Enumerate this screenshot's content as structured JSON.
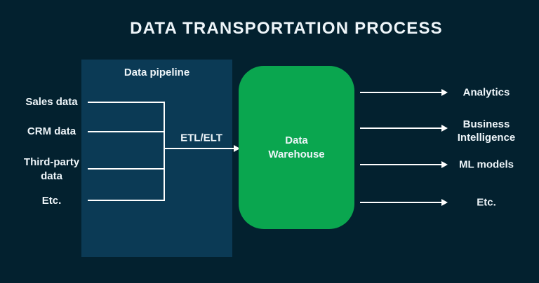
{
  "title": "DATA TRANSPORTATION PROCESS",
  "pipeline": {
    "label": "Data pipeline"
  },
  "sources": [
    {
      "label": "Sales data"
    },
    {
      "label": "CRM data"
    },
    {
      "label": "Third-party data"
    },
    {
      "label": "Etc."
    }
  ],
  "etl": {
    "label": "ETL/ELT"
  },
  "warehouse": {
    "label": "Data Warehouse"
  },
  "outputs": [
    {
      "label": "Analytics"
    },
    {
      "label": "Business Intelligence"
    },
    {
      "label": "ML models"
    },
    {
      "label": "Etc."
    }
  ],
  "colors": {
    "background": "#03212f",
    "pipeline_box": "#0b3a55",
    "warehouse_box": "#0aa64f",
    "text": "#eef5f9",
    "line": "#ffffff"
  }
}
